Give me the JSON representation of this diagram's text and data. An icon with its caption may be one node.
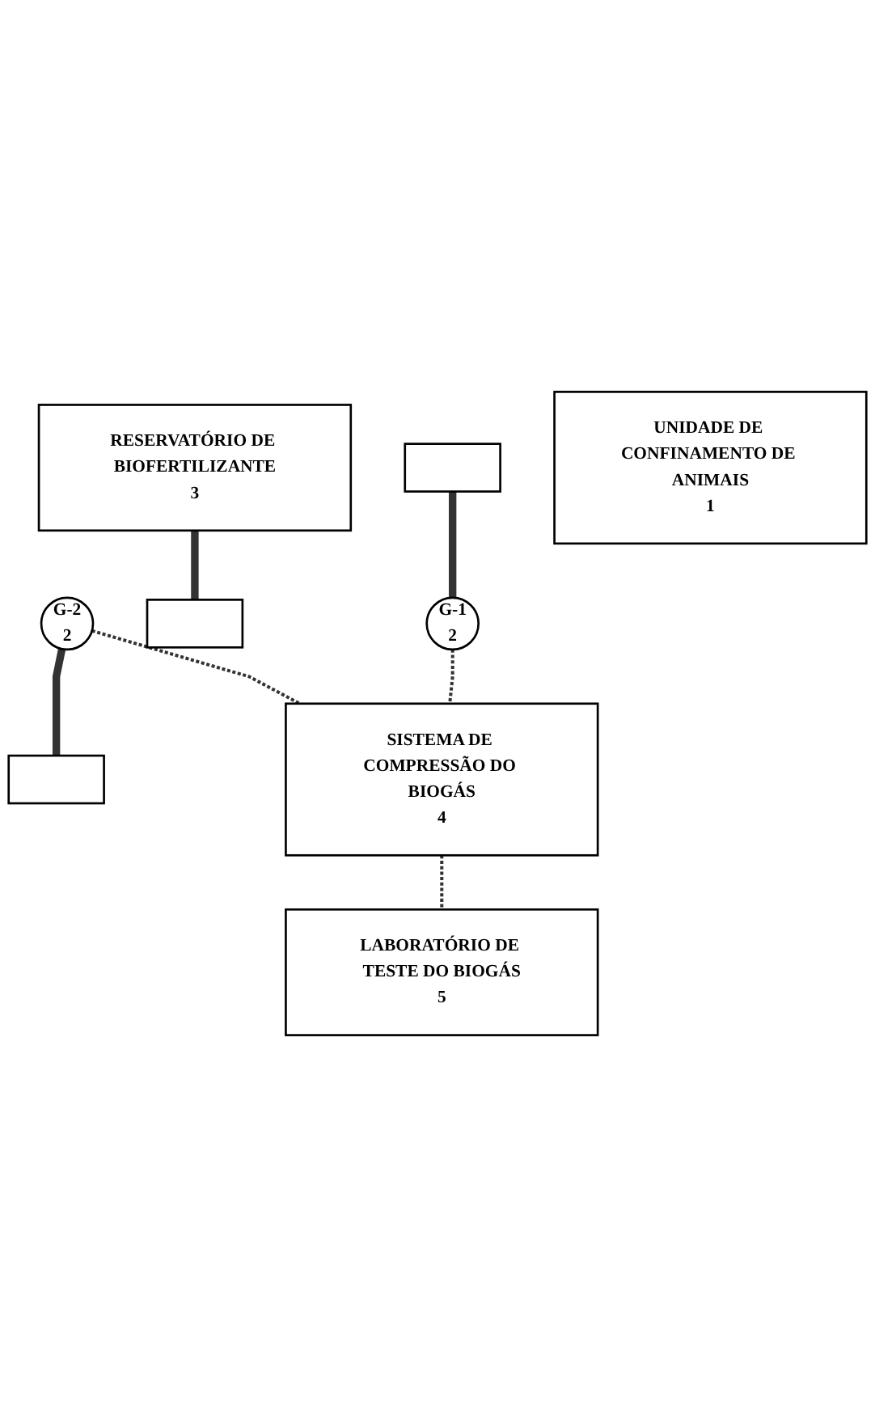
{
  "diagram": {
    "nodes": [
      {
        "text": [
          "RESERVATÓRIO DE BIOFERTILIZANTE",
          "3"
        ]
      },
      {
        "text": [],
        "shape": "box"
      },
      {
        "text": [
          "G-1",
          "2"
        ]
      },
      {
        "text": [],
        "shape": "box"
      },
      {
        "text": [
          "G-2",
          "2"
        ]
      },
      {
        "text": [],
        "shape": "box"
      },
      {
        "text": [
          "UNIDADE DE CONFINAMENTO DE ANIMAIS",
          "1"
        ]
      },
      {
        "text": [
          "SISTEMA DE COMPRESSÃO DO BIOGÁS",
          "4"
        ]
      },
      {
        "text": [
          "LABORATÓRIO DE TESTE DO BIOGÁS",
          "5"
        ]
      }
    ],
    "edges": [
      {
        "from": 0,
        "to": 3,
        "arrow": "none",
        "style": "thick"
      },
      {
        "from": 1,
        "to": 2,
        "arrow": "none",
        "style": "thick"
      },
      {
        "from": 4,
        "to": 5,
        "arrow": "none",
        "style": "thick"
      },
      {
        "from": 2,
        "to": 7,
        "arrow": "none",
        "style": "dashed"
      },
      {
        "from": 4,
        "to": 7,
        "arrow": "none",
        "style": "dashed"
      },
      {
        "from": 7,
        "to": 8,
        "arrow": "none",
        "style": "dashed"
      }
    ]
  }
}
